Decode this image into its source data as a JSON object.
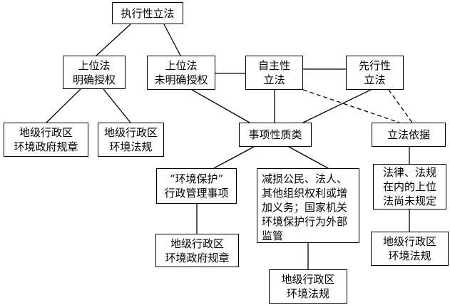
{
  "diagram": {
    "nodes": {
      "root": "执行性立法",
      "clear_auth": "上位法\n明确授权",
      "unclear_auth": "上位法\n未明确授权",
      "autonomous": "自主性\n立法",
      "preemptive": "先行性\n立法",
      "gov_rules_1": "地级行政区\n环境政府规章",
      "env_reg_1": "地级行政区\n环境法规",
      "matter_nature": "事项性质类",
      "legal_basis": "立法依据",
      "env_admin": "“环境保护”\n行政管理事项",
      "rights_reduction": "减损公民、法人、\n其他组织权利或增\n加义务；国家机关\n环境保护行为外部\n监管",
      "no_upper_law": "法律、法规\n在内的上位\n法尚未规定",
      "gov_rules_2": "地级行政区\n环境政府规章",
      "env_reg_2": "地级行政区\n环境法规",
      "env_reg_3": "地级行政区\n环境法规"
    }
  }
}
